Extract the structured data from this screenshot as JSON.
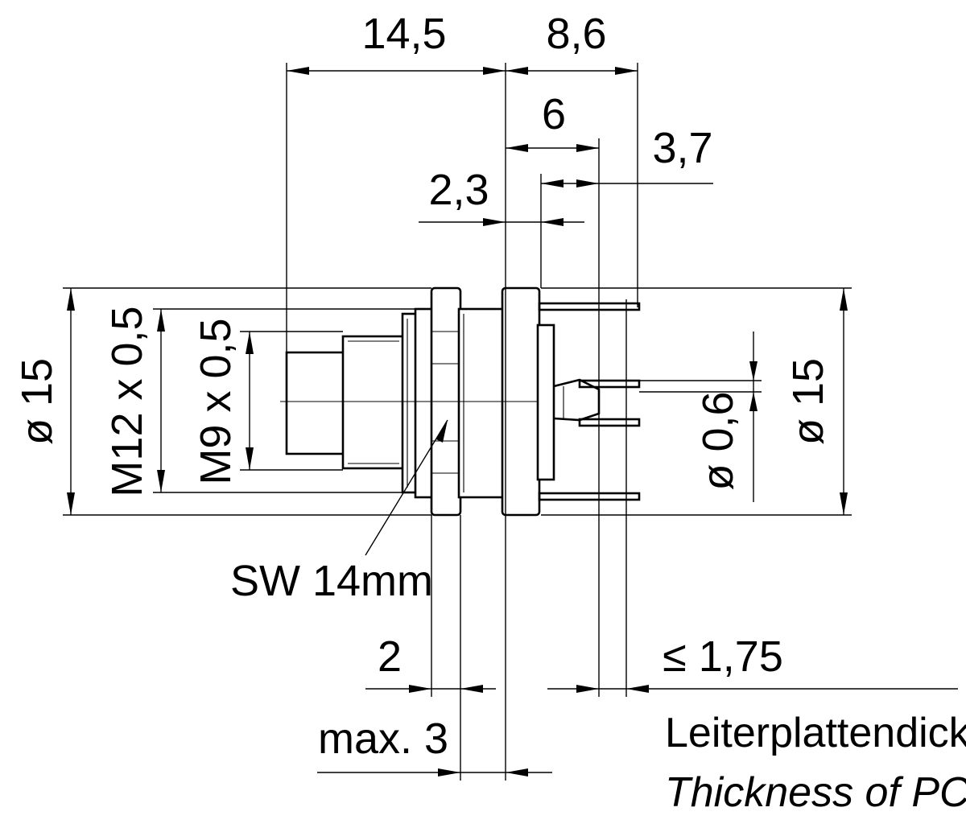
{
  "dimensions": {
    "d_14_5": "14,5",
    "d_8_6": "8,6",
    "d_6": "6",
    "d_3_7": "3,7",
    "d_2_3": "2,3",
    "dia_15_left": "ø 15",
    "m12": "M12 x 0,5",
    "m9": "M9 x 0,5",
    "dia_0_6": "ø 0,6",
    "dia_15_right": "ø 15",
    "sw": "SW 14mm",
    "d_2": "2",
    "max_3": "max. 3",
    "le_1_75": "≤ 1,75"
  },
  "notes": {
    "pcb_de": "Leiterplattendicke",
    "pcb_en": "Thickness of PCB"
  }
}
